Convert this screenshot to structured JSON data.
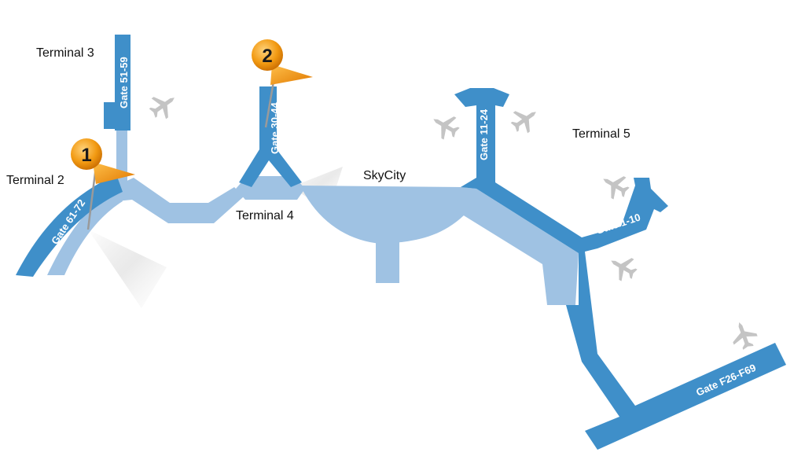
{
  "terminals": {
    "t2": "Terminal 2",
    "t3": "Terminal 3",
    "t4": "Terminal 4",
    "t5": "Terminal 5",
    "skycity": "SkyCity"
  },
  "gates": {
    "g61_72": "Gate 61-72",
    "g51_59": "Gate 51-59",
    "g30_44": "Gate 30-44",
    "g11_24": "Gate 11-24",
    "g1_10": "Gate 1-10",
    "gF26_F69": "Gate F26-F69"
  },
  "pins": {
    "p1": "1",
    "p2": "2"
  },
  "colors": {
    "pier": "#3f8fc9",
    "connector": "#9fc2e3",
    "plane": "#c4c4c4",
    "flag": "#f29a12",
    "pin_head": "#f0a020"
  },
  "icons": {
    "plane": "airplane-icon",
    "pin": "map-pin-flag-icon"
  }
}
